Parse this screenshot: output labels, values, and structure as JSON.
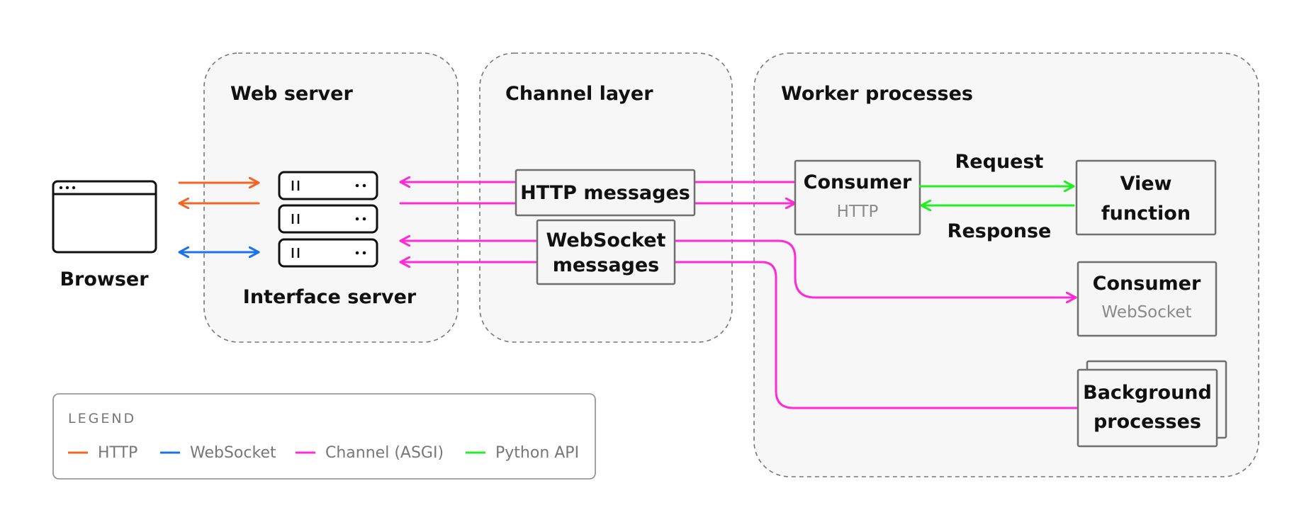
{
  "groups": {
    "web_server": "Web server",
    "channel_layer": "Channel layer",
    "worker_processes": "Worker processes"
  },
  "nodes": {
    "browser": "Browser",
    "interface_server": "Interface server",
    "http_messages": "HTTP messages",
    "websocket_messages_1": "WebSocket",
    "websocket_messages_2": "messages",
    "consumer_http_title": "Consumer",
    "consumer_http_sub": "HTTP",
    "view_function_1": "View",
    "view_function_2": "function",
    "consumer_ws_title": "Consumer",
    "consumer_ws_sub": "WebSocket",
    "background_1": "Background",
    "background_2": "processes"
  },
  "edges": {
    "request": "Request",
    "response": "Response"
  },
  "legend": {
    "title": "LEGEND",
    "items": [
      {
        "label": "HTTP",
        "color": "#f26522"
      },
      {
        "label": "WebSocket",
        "color": "#1a73e8"
      },
      {
        "label": "Channel (ASGI)",
        "color": "#ff2bd6"
      },
      {
        "label": "Python API",
        "color": "#22ee22"
      }
    ]
  },
  "colors": {
    "http": "#f26522",
    "websocket": "#1a73e8",
    "channel": "#ff2bd6",
    "python_api": "#22ee22"
  },
  "icons": {
    "browser": "browser-window-icon",
    "server": "server-rack-icon"
  }
}
